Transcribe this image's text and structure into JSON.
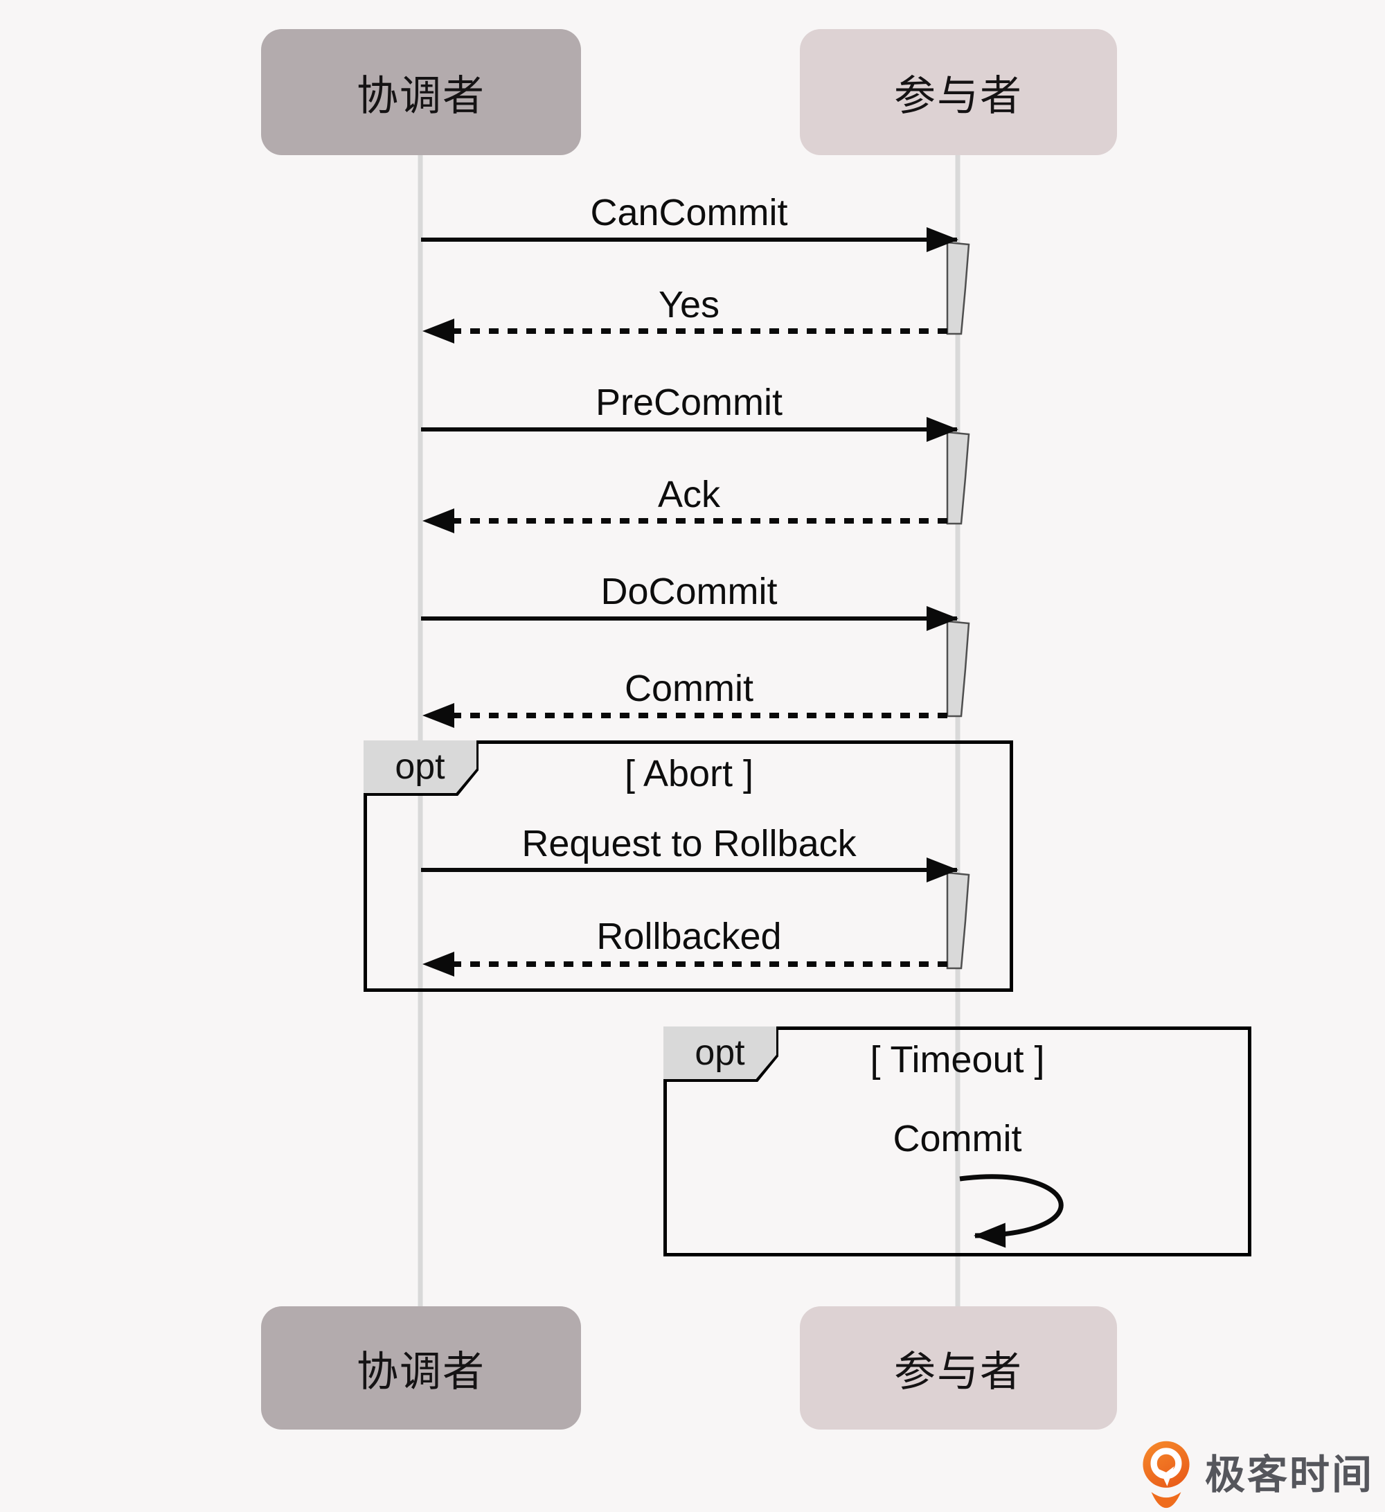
{
  "diagram": {
    "type": "uml-sequence",
    "actors": [
      {
        "id": "coordinator",
        "label": "协调者"
      },
      {
        "id": "participant",
        "label": "参与者"
      }
    ],
    "messages": [
      {
        "label": "CanCommit",
        "style": "solid",
        "direction": "coordinator-to-participant"
      },
      {
        "label": "Yes",
        "style": "dashed",
        "direction": "participant-to-coordinator"
      },
      {
        "label": "PreCommit",
        "style": "solid",
        "direction": "coordinator-to-participant"
      },
      {
        "label": "Ack",
        "style": "dashed",
        "direction": "participant-to-coordinator"
      },
      {
        "label": "DoCommit",
        "style": "solid",
        "direction": "coordinator-to-participant"
      },
      {
        "label": "Commit",
        "style": "dashed",
        "direction": "participant-to-coordinator"
      }
    ],
    "frames": [
      {
        "keyword": "opt",
        "guard": "[ Abort ]",
        "messages": [
          {
            "label": "Request to Rollback",
            "style": "solid",
            "direction": "coordinator-to-participant"
          },
          {
            "label": "Rollbacked",
            "style": "dashed",
            "direction": "participant-to-coordinator"
          }
        ]
      },
      {
        "keyword": "opt",
        "guard": "[ Timeout ]",
        "messages": [
          {
            "label": "Commit",
            "style": "self",
            "direction": "participant-self"
          }
        ]
      }
    ],
    "colors": {
      "background": "#f8f6f6",
      "coordinator_box": "#b3abad",
      "participant_box": "#ddd2d3",
      "lifeline": "#d9d9d9",
      "activation_fill": "#d9d9d9",
      "frame_border": "#000000",
      "arrow": "#0a0a0a"
    }
  },
  "footer": {
    "brand": "极客时间",
    "brand_text_color": "#55565c",
    "logo_color": "#ef6c1d"
  }
}
